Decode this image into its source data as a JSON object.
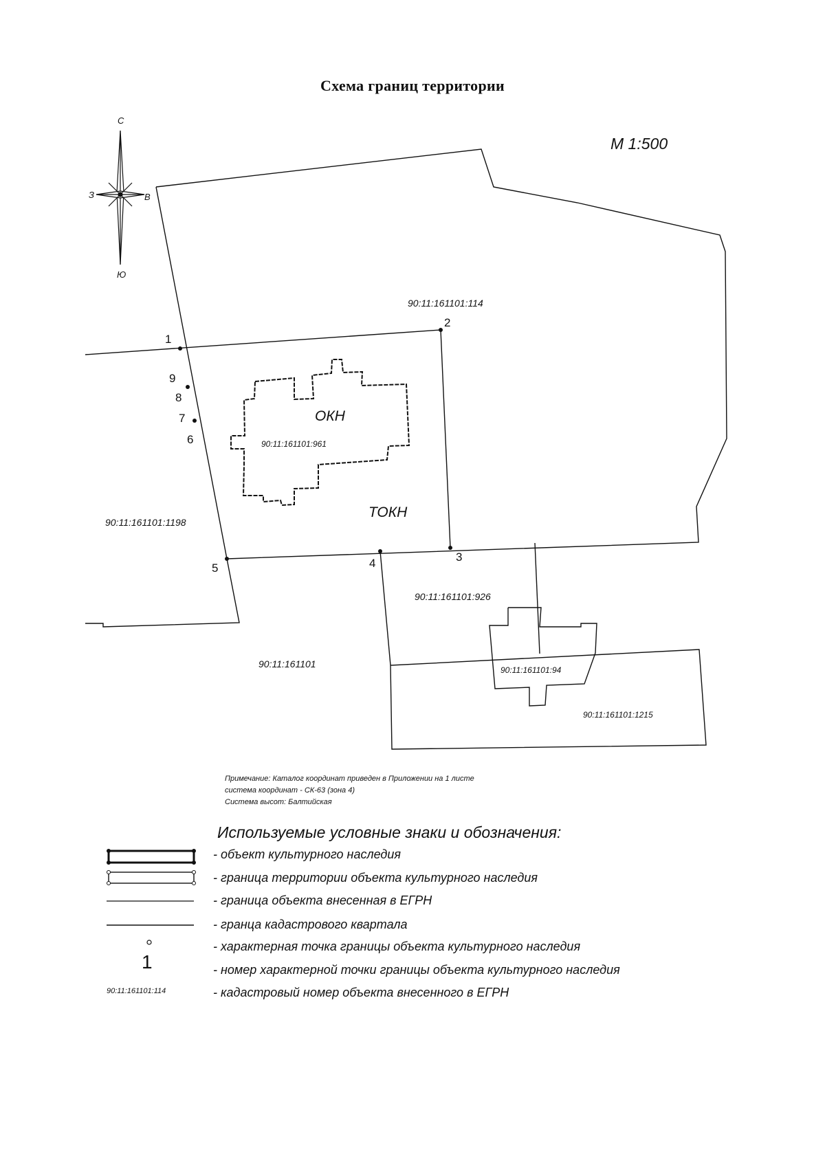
{
  "title": "Схема границ территории",
  "scale": "М 1:500",
  "compass": {
    "north": "С",
    "south": "Ю",
    "west": "З",
    "east": "В"
  },
  "cadastral_labels": {
    "parcel_114": "90:11:161101:114",
    "parcel_961": "90:11:161101:961",
    "parcel_1198": "90:11:161101:1198",
    "parcel_926": "90:11:161101:926",
    "quarter": "90:11:161101",
    "parcel_94": "90:11:161101:94",
    "parcel_1215": "90:11:161101:1215"
  },
  "zone_labels": {
    "okn": "ОКН",
    "tokn": "ТОКН"
  },
  "points": [
    "1",
    "2",
    "3",
    "4",
    "5",
    "6",
    "7",
    "8",
    "9"
  ],
  "notes": [
    "Примечание: Каталог координат приведен в Приложении на 1 листе",
    "система координат - СК-63 (зона 4)",
    "Система высот: Балтийская"
  ],
  "legend": {
    "title": "Используемые условные знаки и обозначения:",
    "items": [
      "- объект культурного наследия",
      "- граница территории объекта культурного наследия",
      "- граница объекта внесенная в ЕГРН",
      "- гранца кадастрового квартала",
      "- характерная точка границы объекта культурного наследия",
      "- номер характерной точки границы объекта культурного наследия",
      "- кадастровый номер объекта внесенного в ЕГРН"
    ],
    "sample_number": "1",
    "sample_cadastral": "90:11:161101:114"
  }
}
